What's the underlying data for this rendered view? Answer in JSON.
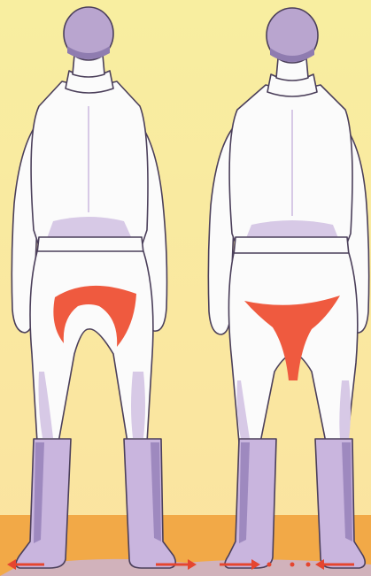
{
  "colors": {
    "background_top": "#f8eea0",
    "background_bottom": "#fbe3a0",
    "floor": "#f2a947",
    "floor_shadow": "#c8b4d8",
    "helmet": "#b9a5cf",
    "helmet_dark": "#8f7cb0",
    "outfit": "#fbfbfb",
    "outfit_shadow": "#d7c9e6",
    "boots": "#c9b5de",
    "boots_dark": "#9e89bf",
    "outline": "#4b3f5a",
    "pressure_area": "#ef5a3f",
    "arrow": "#e5452f"
  },
  "figures": [
    {
      "name": "left-rider",
      "pressure_shape": "crescent",
      "feet_arrows": "outward"
    },
    {
      "name": "right-rider",
      "pressure_shape": "v-wedge",
      "feet_arrows": "inward"
    }
  ]
}
